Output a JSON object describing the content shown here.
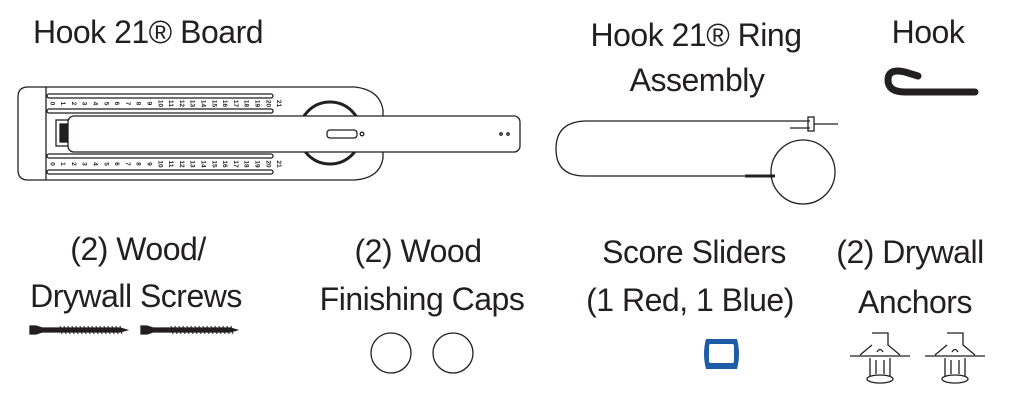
{
  "parts": {
    "board": {
      "label": "Hook 21® Board",
      "ruler_numbers": [
        "0",
        "1",
        "2",
        "3",
        "4",
        "5",
        "6",
        "7",
        "8",
        "9",
        "10",
        "11",
        "12",
        "13",
        "14",
        "15",
        "16",
        "17",
        "18",
        "19",
        "20",
        "21"
      ]
    },
    "ring": {
      "label_line1": "Hook 21® Ring",
      "label_line2": "Assembly"
    },
    "hook": {
      "label": "Hook"
    },
    "screws": {
      "label_line1": "(2) Wood/",
      "label_line2": "Drywall Screws"
    },
    "caps": {
      "label_line1": "(2) Wood",
      "label_line2": "Finishing Caps"
    },
    "sliders": {
      "label_line1": "Score Sliders",
      "label_line2": "(1 Red, 1 Blue)",
      "color": "#1f5ca8"
    },
    "anchors": {
      "label_line1": "(2) Drywall",
      "label_line2": "Anchors"
    }
  }
}
